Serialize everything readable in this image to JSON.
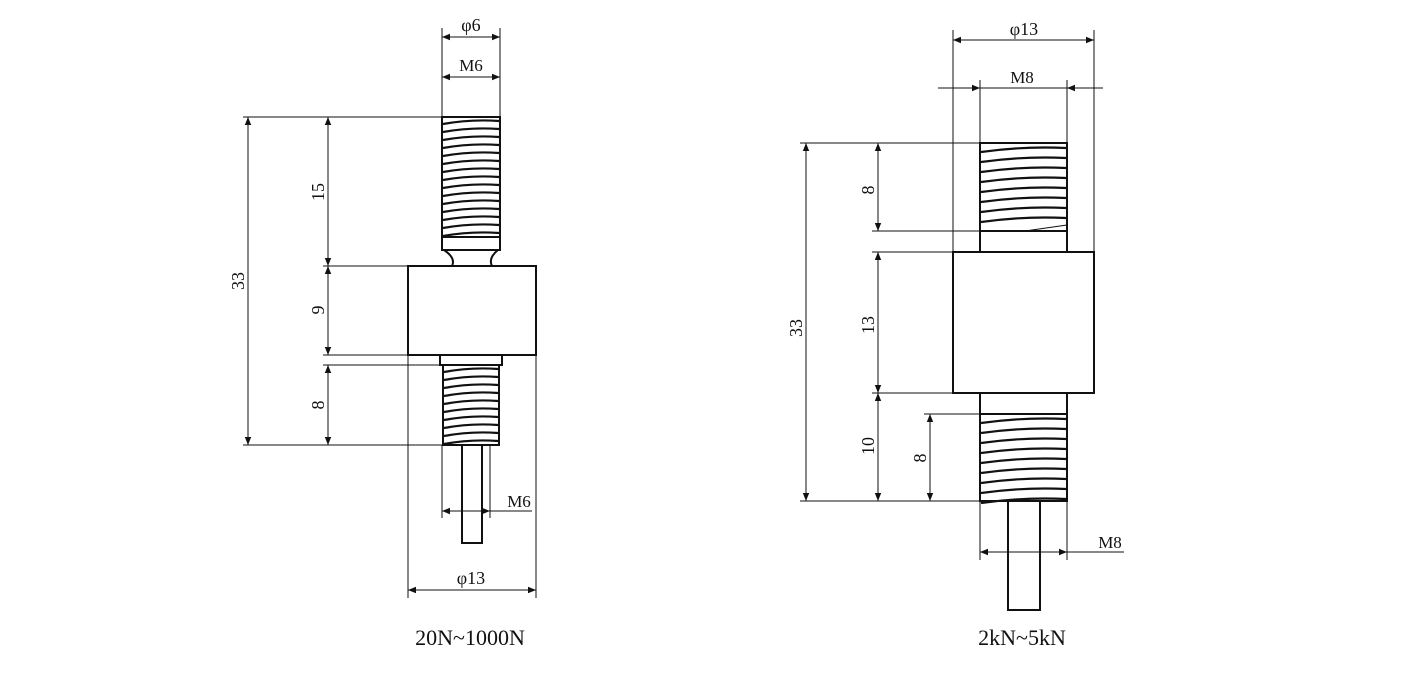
{
  "colors": {
    "ink": "#111111",
    "background": "#ffffff"
  },
  "left_sensor": {
    "caption": "20N~1000N",
    "top_diameter": "φ6",
    "top_thread": "M6",
    "overall_length": "33",
    "top_thread_length": "15",
    "body_length": "9",
    "bottom_thread_length": "8",
    "bottom_thread": "M6",
    "body_diameter": "φ13"
  },
  "right_sensor": {
    "caption": "2kN~5kN",
    "top_diameter": "φ13",
    "top_thread": "M8",
    "overall_length": "33",
    "top_thread_length": "8",
    "body_length": "13",
    "bottom_length": "10",
    "bottom_thread_length": "8",
    "bottom_thread": "M8"
  }
}
